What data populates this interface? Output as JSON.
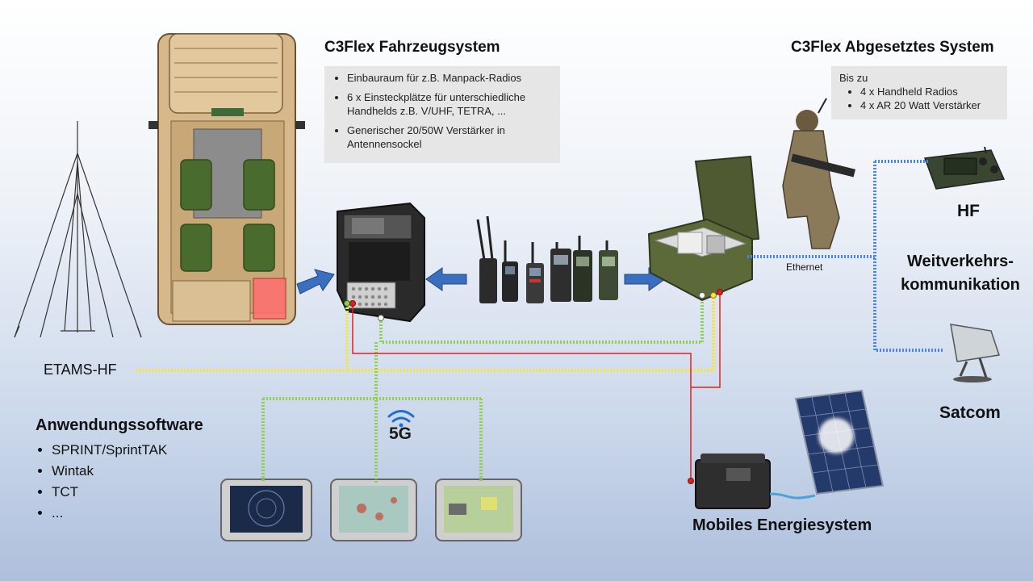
{
  "vehicle": {
    "title": "C3Flex Fahrzeugsystem",
    "bullets": [
      "Einbauraum für z.B. Manpack-Radios",
      "6 x Einsteckplätze für unterschiedliche Handhelds z.B. V/UHF, TETRA, ...",
      "Generischer 20/50W Verstärker in Antennensockel"
    ]
  },
  "remote": {
    "title": "C3Flex Abgesetztes System",
    "intro": "Bis zu",
    "bullets": [
      "4 x Handheld Radios",
      "4 x AR 20 Watt Verstärker"
    ]
  },
  "labels": {
    "hf": "HF",
    "long_range": "Weitverkehrs-kommunikation",
    "ethernet": "Ethernet",
    "satcom": "Satcom",
    "etams": "ETAMS-HF",
    "fiveg": "5G",
    "energy": "Mobiles Energiesystem"
  },
  "software": {
    "title": "Anwendungssoftware",
    "items": [
      "SPRINT/SprintTAK",
      "Wintak",
      "TCT",
      "..."
    ]
  },
  "colors": {
    "yellow_line": "#f5e43a",
    "green_line": "#8fd14f",
    "red_line": "#e02020",
    "blue_line": "#4a86e8",
    "arrow": "#3a6fbf"
  }
}
